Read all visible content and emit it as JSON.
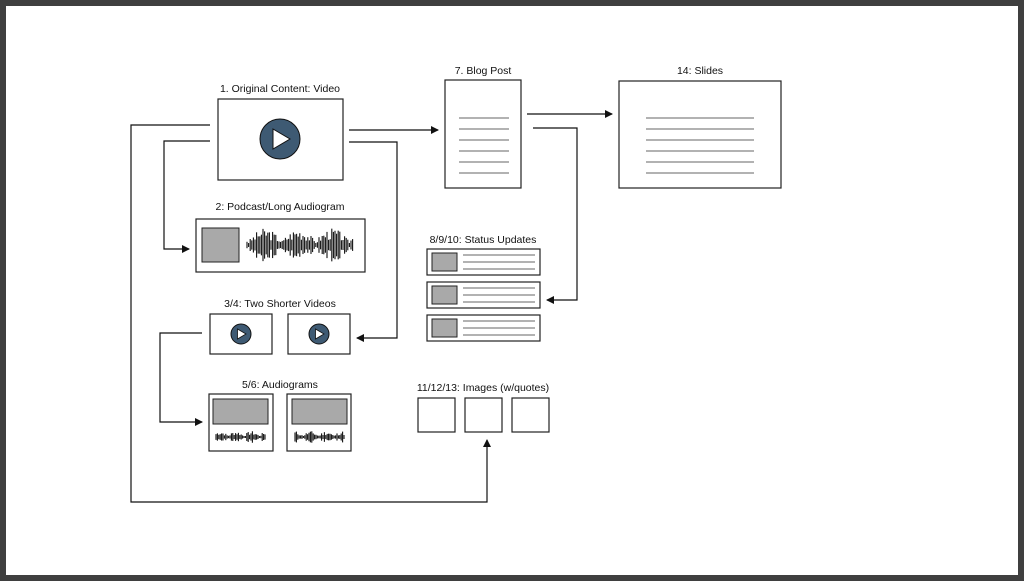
{
  "colors": {
    "frame": "#3f3f3f",
    "play_circle": "#3e5a73",
    "thumbnail": "#a9a9a9",
    "stroke": "#222222"
  },
  "nodes": {
    "original_video": {
      "label": "1. Original Content: Video",
      "icon": "play-icon"
    },
    "podcast": {
      "label": "2: Podcast/Long Audiogram",
      "icon": "waveform-icon"
    },
    "shorter_videos": {
      "label": "3/4: Two Shorter Videos",
      "icon": "play-icon"
    },
    "audiograms": {
      "label": "5/6: Audiograms",
      "icon": "waveform-icon"
    },
    "blog_post": {
      "label": "7. Blog Post"
    },
    "status_updates": {
      "label": "8/9/10: Status Updates"
    },
    "images": {
      "label": "11/12/13: Images (w/quotes)"
    },
    "slides": {
      "label": "14: Slides"
    }
  },
  "edges": [
    {
      "from": "1. Original Content: Video",
      "to": "7. Blog Post"
    },
    {
      "from": "1. Original Content: Video",
      "to": "2: Podcast/Long Audiogram"
    },
    {
      "from": "1. Original Content: Video",
      "to": "3/4: Two Shorter Videos"
    },
    {
      "from": "1. Original Content: Video",
      "to": "11/12/13: Images (w/quotes)"
    },
    {
      "from": "3/4: Two Shorter Videos",
      "to": "5/6: Audiograms"
    },
    {
      "from": "7. Blog Post",
      "to": "14: Slides"
    },
    {
      "from": "7. Blog Post",
      "to": "8/9/10: Status Updates"
    }
  ]
}
